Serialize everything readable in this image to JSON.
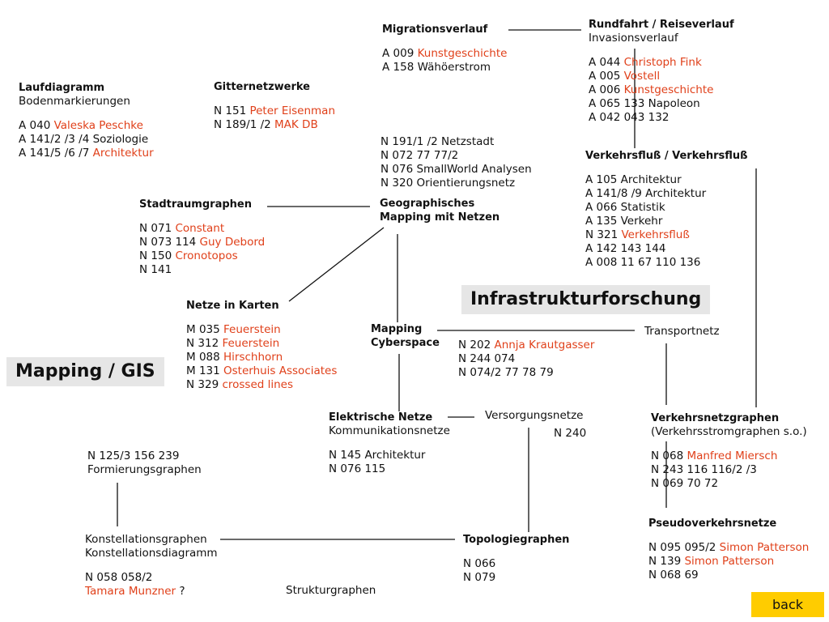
{
  "title": "Mapping / GIS",
  "subtitle": "Infrastrukturforschung",
  "back_label": "back",
  "nodes": {
    "migration": {
      "head": [
        "Migrationsverlauf"
      ],
      "rows": [
        [
          {
            "t": "A 009 "
          },
          {
            "t": "Kunstgeschichte",
            "red": true
          }
        ],
        [
          {
            "t": "A 158 Wähöerstrom"
          }
        ]
      ]
    },
    "rundfahrt": {
      "head": [
        "Rundfahrt / Reiseverlauf"
      ],
      "sub": [
        "Invasionsverlauf"
      ],
      "rows": [
        [
          {
            "t": "A 044 "
          },
          {
            "t": "Christoph Fink",
            "red": true
          }
        ],
        [
          {
            "t": "A 005 "
          },
          {
            "t": "Vostell",
            "red": true
          }
        ],
        [
          {
            "t": "A 006 "
          },
          {
            "t": "Kunstgeschichte",
            "red": true
          }
        ],
        [
          {
            "t": "A 065 133 Napoleon"
          }
        ],
        [
          {
            "t": "A 042 043 132"
          }
        ]
      ]
    },
    "laufdiagramm": {
      "head": [
        "Laufdiagramm"
      ],
      "sub": [
        "Bodenmarkierungen"
      ],
      "rows": [
        [
          {
            "t": "A 040 "
          },
          {
            "t": "Valeska Peschke",
            "red": true
          }
        ],
        [
          {
            "t": "A 141/2 /3 /4 Soziologie"
          }
        ],
        [
          {
            "t": "A 141/5 /6 /7 "
          },
          {
            "t": "Architektur",
            "red": true
          }
        ]
      ]
    },
    "gitternetz": {
      "head": [
        "Gitternetzwerke"
      ],
      "rows": [
        [
          {
            "t": "N 151 "
          },
          {
            "t": "Peter Eisenman",
            "red": true
          }
        ],
        [
          {
            "t": "N 189/1 /2 "
          },
          {
            "t": "MAK DB",
            "red": true
          }
        ]
      ]
    },
    "netzstadt": {
      "rows": [
        [
          {
            "t": "N 191/1 /2 Netzstadt"
          }
        ],
        [
          {
            "t": "N 072 77 77/2"
          }
        ],
        [
          {
            "t": "N 076 SmallWorld Analysen"
          }
        ],
        [
          {
            "t": "N 320 Orientierungsnetz"
          }
        ]
      ]
    },
    "geographisch": {
      "head": [
        "Geographisches",
        "Mapping mit Netzen"
      ]
    },
    "verkehrsfluss": {
      "head": [
        "Verkehrsfluß / Verkehrsfluß"
      ],
      "rows": [
        [
          {
            "t": "A 105 Architektur"
          }
        ],
        [
          {
            "t": "A 141/8 /9 Architektur"
          }
        ],
        [
          {
            "t": "A 066 Statistik"
          }
        ],
        [
          {
            "t": "A 135 Verkehr"
          }
        ],
        [
          {
            "t": "N 321 "
          },
          {
            "t": "Verkehrsfluß",
            "red": true
          }
        ],
        [
          {
            "t": "A 142 143 144"
          }
        ],
        [
          {
            "t": "A 008 11 67 110 136"
          }
        ]
      ]
    },
    "stadtraum": {
      "head": [
        "Stadtraumgraphen"
      ],
      "rows": [
        [
          {
            "t": "N 071 "
          },
          {
            "t": "Constant",
            "red": true
          }
        ],
        [
          {
            "t": "N 073 114 "
          },
          {
            "t": "Guy Debord",
            "red": true
          }
        ],
        [
          {
            "t": "N 150 "
          },
          {
            "t": "Cronotopos",
            "red": true
          }
        ],
        [
          {
            "t": "N 141"
          }
        ]
      ]
    },
    "netze_karten": {
      "head": [
        "Netze in Karten"
      ],
      "rows": [
        [
          {
            "t": "M 035 "
          },
          {
            "t": "Feuerstein",
            "red": true
          }
        ],
        [
          {
            "t": "N 312 "
          },
          {
            "t": "Feuerstein",
            "red": true
          }
        ],
        [
          {
            "t": "M 088 "
          },
          {
            "t": "Hirschhorn",
            "red": true
          }
        ],
        [
          {
            "t": "M 131 "
          },
          {
            "t": "Osterhuis Associates",
            "red": true
          }
        ],
        [
          {
            "t": "N 329 "
          },
          {
            "t": "crossed  lines",
            "red": true
          }
        ]
      ]
    },
    "cyberspace": {
      "head": [
        "Mapping",
        "Cyberspace"
      ]
    },
    "cyber_refs": {
      "rows": [
        [
          {
            "t": "N 202 "
          },
          {
            "t": "Annja Krautgasser",
            "red": true
          }
        ],
        [
          {
            "t": "N 244 074"
          }
        ],
        [
          {
            "t": "N 074/2 77 78 79"
          }
        ]
      ]
    },
    "transportnetz": {
      "sub": [
        "Transportnetz"
      ]
    },
    "elektrisch": {
      "head": [
        "Elektrische Netze"
      ],
      "sub": [
        "Kommunikationsnetze"
      ],
      "rows": [
        [
          {
            "t": "N 145 Architektur"
          }
        ],
        [
          {
            "t": "N 076 115"
          }
        ]
      ]
    },
    "versorgung": {
      "sub": [
        "Versorgungsnetze"
      ]
    },
    "n240": {
      "rows": [
        [
          {
            "t": "N 240"
          }
        ]
      ]
    },
    "verkehrsnetz": {
      "head": [
        "Verkehrsnetzgraphen"
      ],
      "sub": [
        "(Verkehrsstromgraphen s.o.)"
      ],
      "rows": [
        [
          {
            "t": "N 068 "
          },
          {
            "t": "Manfred Miersch",
            "red": true
          }
        ],
        [
          {
            "t": "N 243 116 116/2 /3"
          }
        ],
        [
          {
            "t": "N 069 70 72"
          }
        ]
      ]
    },
    "formierung": {
      "sub": [
        "N 125/3 156 239",
        "Formierungsgraphen"
      ]
    },
    "pseudo": {
      "head": [
        "Pseudoverkehrsnetze"
      ],
      "rows": [
        [
          {
            "t": "N 095 095/2 "
          },
          {
            "t": "Simon Patterson",
            "red": true
          }
        ],
        [
          {
            "t": "N 139 "
          },
          {
            "t": "Simon Patterson",
            "red": true
          }
        ],
        [
          {
            "t": "N 068 69"
          }
        ]
      ]
    },
    "konstellation": {
      "sub": [
        "Konstellationsgraphen",
        "Konstellationsdiagramm"
      ],
      "rows": [
        [
          {
            "t": "N 058 058/2"
          }
        ],
        [
          {
            "t": "Tamara Munzner",
            "red": true
          },
          {
            "t": " ?"
          }
        ]
      ]
    },
    "topologie": {
      "head": [
        "Topologiegraphen"
      ],
      "rows": [
        [
          {
            "t": "N 066"
          }
        ],
        [
          {
            "t": "N 079"
          }
        ]
      ]
    },
    "struktur": {
      "sub": [
        "Strukturgraphen"
      ]
    }
  }
}
